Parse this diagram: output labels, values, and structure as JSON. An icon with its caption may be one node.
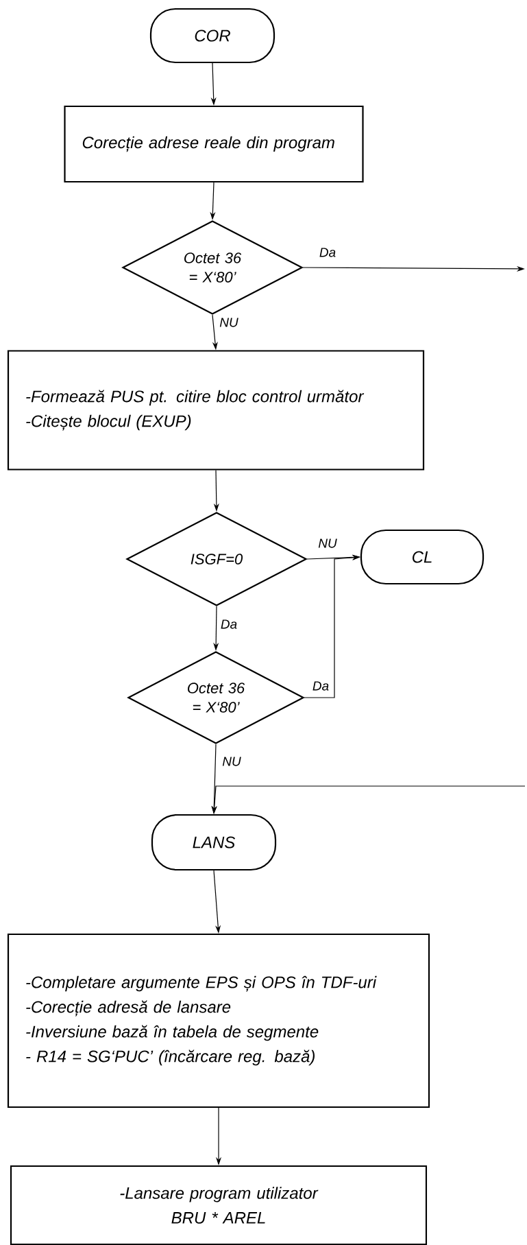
{
  "diagram": {
    "nodes": [
      {
        "text": [
          "COR"
        ]
      },
      {
        "text": [
          "Corecție adrese reale din program"
        ]
      },
      {
        "text": [
          "Octet 36 = X‘80’"
        ]
      },
      {
        "text": [
          "-Formează PUS pt. citire bloc control următor",
          "-Citește blocul (EXUP)"
        ]
      },
      {
        "text": [
          "ISGF=0"
        ]
      },
      {
        "text": [
          "CL"
        ]
      },
      {
        "text": [
          "Octet 36 = X‘80’"
        ]
      },
      {
        "text": [
          "LANS"
        ]
      },
      {
        "text": [
          "-Completare argumente EPS și OPS în TDF-uri",
          "-Corecție adresă de lansare",
          "-Inversiune bază în tabela de segmente",
          "- R14 = SG‘PUC’ (încărcare reg. bază)"
        ]
      },
      {
        "text": [
          "-Lansare program utilizator",
          "BRU * AREL"
        ]
      }
    ],
    "edges": [
      {
        "from": 0,
        "to": 1,
        "arrow": "to"
      },
      {
        "from": 1,
        "to": 2,
        "arrow": "to"
      },
      {
        "from": 2,
        "to": null,
        "arrow": "to",
        "label": "Da"
      },
      {
        "from": 2,
        "to": 3,
        "arrow": "to",
        "label": "NU"
      },
      {
        "from": 3,
        "to": 4,
        "arrow": "to"
      },
      {
        "from": 4,
        "to": 5,
        "arrow": "to",
        "label": "NU"
      },
      {
        "from": 4,
        "to": 6,
        "arrow": "to",
        "label": "Da"
      },
      {
        "from": 6,
        "to": 5,
        "arrow": "to",
        "label": "Da"
      },
      {
        "from": 6,
        "to": 7,
        "arrow": "to",
        "label": "NU"
      },
      {
        "from": null,
        "to": 7,
        "arrow": "to"
      },
      {
        "from": 7,
        "to": 8,
        "arrow": "to"
      },
      {
        "from": 8,
        "to": 9,
        "arrow": "to"
      }
    ]
  }
}
